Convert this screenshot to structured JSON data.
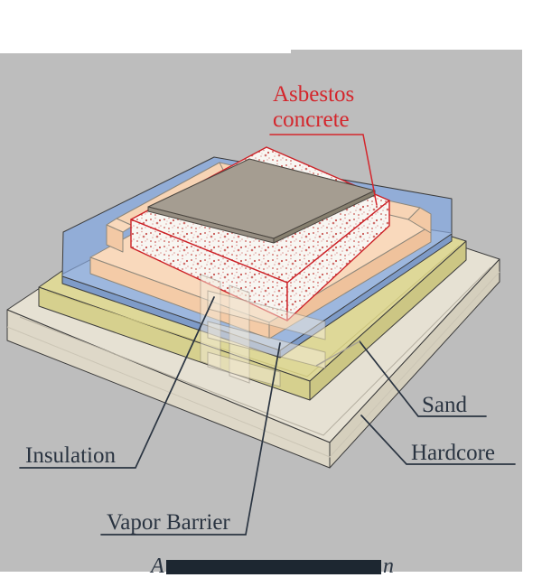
{
  "diagram": {
    "type": "isometric-construction-layer-diagram",
    "subject": "Ground floor slab build-up with asbestos concrete layer",
    "layers": [
      {
        "label": "Asbestos concrete",
        "color_key": "speckle_base"
      },
      {
        "label": "Insulation",
        "color_key": "peach_top"
      },
      {
        "label": "Vapor Barrier",
        "color_key": "blue_base"
      },
      {
        "label": "Sand",
        "color_key": "sand_top"
      },
      {
        "label": "Hardcore",
        "color_key": "hardcore_top"
      }
    ]
  },
  "labels": {
    "asbestos_line1": "Asbestos",
    "asbestos_line2": "concrete",
    "insulation": "Insulation",
    "vapor_barrier": "Vapor Barrier",
    "sand": "Sand",
    "hardcore": "Hardcore"
  },
  "caption": {
    "visible_start": "A",
    "visible_end": "n"
  },
  "colors": {
    "panel": "#bdbdbd",
    "hardcore_top": "#e6e1d3",
    "hardcore_left": "#ded8c8",
    "hardcore_right": "#d5cfbd",
    "sand_top": "#ded898",
    "sand_left": "#d6d08e",
    "sand_right": "#ccc684",
    "blue_wall": "#92add7",
    "blue_base": "#9db7de",
    "blue_side": "#7e9bc8",
    "peach_top": "#f9d9bc",
    "peach_left": "#f4cba7",
    "peach_right": "#efc29c",
    "peach_band": "#f7d4b5",
    "peach_cap": "#f3c9a5",
    "speckle_base": "#f8f6f2",
    "speckle_dot": "#c03a36",
    "slab_top": "#a59d91",
    "slab_left": "#968e82",
    "slab_right": "#87806f",
    "label_dark": "#2a3441",
    "label_red": "#d4262c",
    "red_outline": "#cc2127",
    "leader_light": "#a8a296",
    "caption_bar": "#1d2731",
    "watermark_fill": "rgba(242,233,218,0.5)"
  }
}
